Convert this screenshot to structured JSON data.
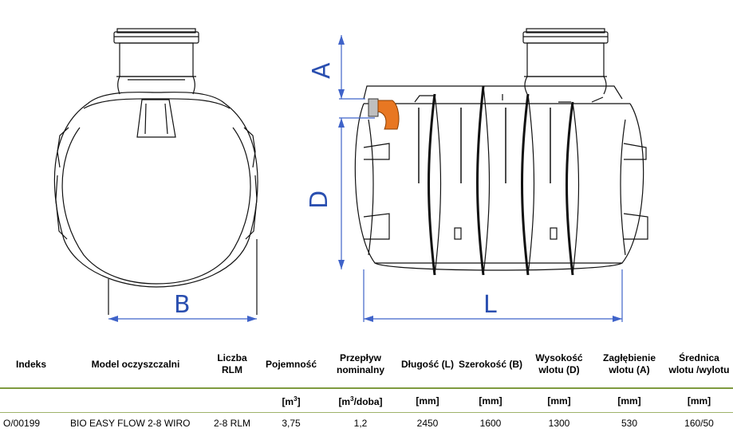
{
  "dimension_labels": {
    "a": "A",
    "b": "B",
    "d": "D",
    "l": "L"
  },
  "table": {
    "headers": [
      "Indeks",
      "Model oczyszczalni",
      "Liczba RLM",
      "Pojemność",
      "Przepływ nominalny",
      "Długość (L)",
      "Szerokość (B)",
      "Wysokość wlotu (D)",
      "Zagłębienie wlotu (A)",
      "Średnica wlotu /wylotu"
    ],
    "units": {
      "pojemnosc_base": "[m",
      "pojemnosc_sup": "3",
      "pojemnosc_end": "]",
      "przeplyw_base": "[m",
      "przeplyw_sup": "3",
      "przeplyw_end": "/doba]",
      "dlugosc": "[mm]",
      "szerokosc": "[mm]",
      "wysokosc": "[mm]",
      "zaglebienie": "[mm]",
      "srednica": "[mm]"
    },
    "rows": [
      {
        "indeks": "O/00199",
        "model": "BIO EASY FLOW 2-8 WIRO",
        "rlm": "2-8 RLM",
        "pojemnosc": "3,75",
        "przeplyw": "1,2",
        "dlugosc": "2450",
        "szerokosc": "1600",
        "wysokosc": "1300",
        "zaglebienie": "530",
        "srednica": "160/50"
      }
    ]
  },
  "colors": {
    "dimension_blue": "#3f63c9",
    "inlet_orange": "#e87722",
    "rule_green": "#7e9a3e"
  }
}
